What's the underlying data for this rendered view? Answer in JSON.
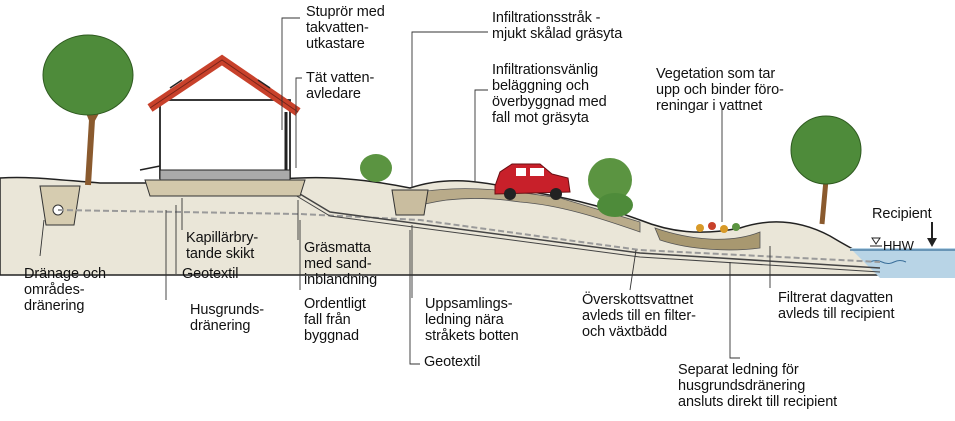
{
  "labels": {
    "stupror": "Stuprör med\ntakvatten-\nutkastare",
    "tat_vatten": "Tät vatten-\navledare",
    "infiltrationsstrak": "Infiltrationsstråk -\nmjukt skålad gräsyta",
    "infiltrationsvanlig": "Infiltrationsvänlig\nbeläggning och\növerbyggnad med\nfall mot gräsyta",
    "vegetation": "Vegetation som tar\nupp och binder föro-\nreningar i vattnet",
    "recipient": "Recipient",
    "hhw": "HHW",
    "kapillar": "Kapillärbry-\ntande skikt",
    "geotextil_left": "Geotextil",
    "husgrunds": "Husgrunds-\ndränering",
    "dranage": "Dränage och\nområdes-\ndränering",
    "grasmatta": "Gräsmatta\nmed sand-\ninblandning",
    "ordentligt": "Ordentligt\nfall från\nbyggnad",
    "uppsamlings": "Uppsamlings-\nledning nära\nstråkets botten",
    "geotextil_bottom": "Geotextil",
    "overskott": "Överskottsvattnet\navleds till en filter-\noch växtbädd",
    "filtrerat": "Filtrerat dagvatten\navleds till recipient",
    "separat": "Separat ledning för\nhusgrundsdränering\nansluts direkt till recipient"
  },
  "colors": {
    "roof": "#c8412b",
    "ground_fill": "#e9e4d5",
    "gravel": "#b9ab8a",
    "grass": "#3d7a2a",
    "tree_foliage": "#4e8b3a",
    "trunk": "#8a5a2e",
    "car": "#c8202a",
    "water": "#b8d4e6",
    "pipe": "#9a9a9a",
    "line": "#222222"
  },
  "icons": [
    "tree-icon",
    "house-icon",
    "car-icon",
    "bush-icon",
    "water-level-icon",
    "arrow-down-icon"
  ]
}
